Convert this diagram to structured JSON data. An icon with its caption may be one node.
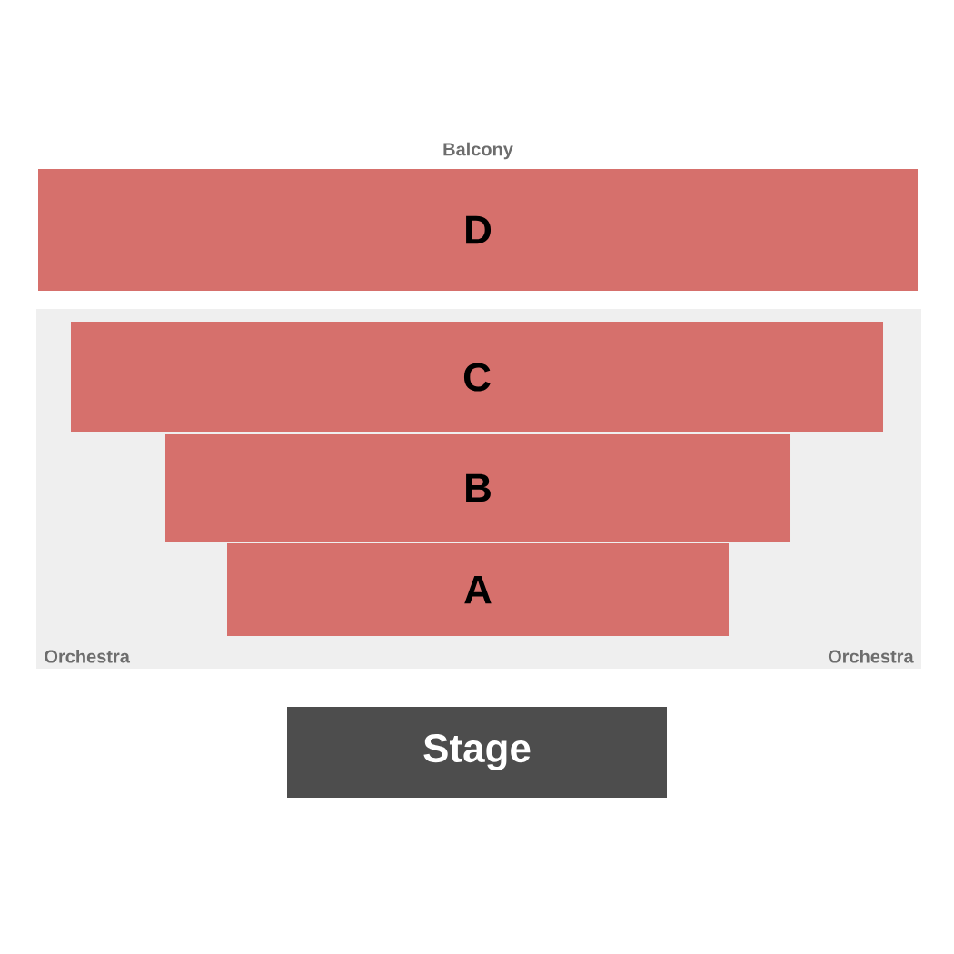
{
  "diagram": {
    "nodes": [
      {
        "text": [
          "D"
        ],
        "beside": [
          "Balcony"
        ]
      },
      {
        "text": [
          "Orchestra",
          "Orchestra"
        ]
      },
      {
        "text": [
          "C"
        ],
        "in": 1
      },
      {
        "text": [
          "B"
        ],
        "in": 1
      },
      {
        "text": [
          "A"
        ],
        "in": 1
      },
      {
        "text": [
          "Stage"
        ]
      }
    ]
  }
}
